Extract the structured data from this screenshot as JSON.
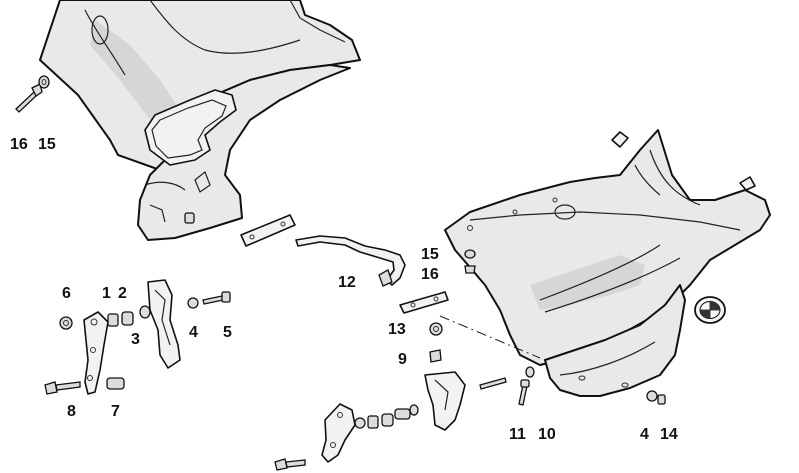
{
  "callouts": [
    {
      "id": "c16a",
      "text": "16"
    },
    {
      "id": "c15a",
      "text": "15"
    },
    {
      "id": "c6",
      "text": "6"
    },
    {
      "id": "c1",
      "text": "1"
    },
    {
      "id": "c2",
      "text": "2"
    },
    {
      "id": "c3",
      "text": "3"
    },
    {
      "id": "c4a",
      "text": "4"
    },
    {
      "id": "c5",
      "text": "5"
    },
    {
      "id": "c8",
      "text": "8"
    },
    {
      "id": "c7",
      "text": "7"
    },
    {
      "id": "c12",
      "text": "12"
    },
    {
      "id": "c15b",
      "text": "15"
    },
    {
      "id": "c16b",
      "text": "16"
    },
    {
      "id": "c13",
      "text": "13"
    },
    {
      "id": "c9",
      "text": "9"
    },
    {
      "id": "c11",
      "text": "11"
    },
    {
      "id": "c10",
      "text": "10"
    },
    {
      "id": "c4b",
      "text": "4"
    },
    {
      "id": "c14",
      "text": "14"
    }
  ],
  "colors": {
    "line": "#111111",
    "fill": "#e9e9e9",
    "background": "#ffffff"
  }
}
